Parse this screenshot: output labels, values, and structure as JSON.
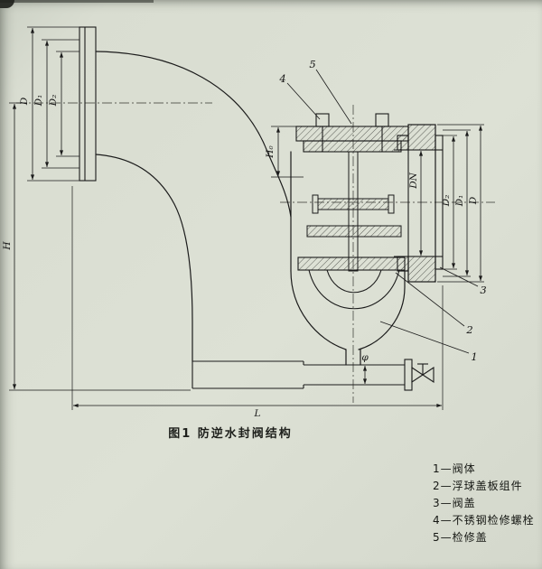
{
  "figure": {
    "caption": "图1  防逆水封阀结构"
  },
  "dimensions": {
    "left_flange": {
      "outer": "D",
      "middle": "D₁",
      "inner": "D₂"
    },
    "right_flange": {
      "bore": "DN",
      "face": "D₂",
      "bolt_circle": "D₁",
      "outer": "D"
    },
    "overall_height": "H",
    "cover_height": "H₀",
    "overall_length": "L",
    "drain_diameter": "φ"
  },
  "callouts": {
    "n1": "1",
    "n2": "2",
    "n3": "3",
    "n4": "4",
    "n5": "5"
  },
  "legend": {
    "items": [
      {
        "label": "1—阀体"
      },
      {
        "label": "2—浮球盖板组件"
      },
      {
        "label": "3—阀盖"
      },
      {
        "label": "4—不锈钢检修螺栓"
      },
      {
        "label": "5—检修盖"
      }
    ]
  }
}
